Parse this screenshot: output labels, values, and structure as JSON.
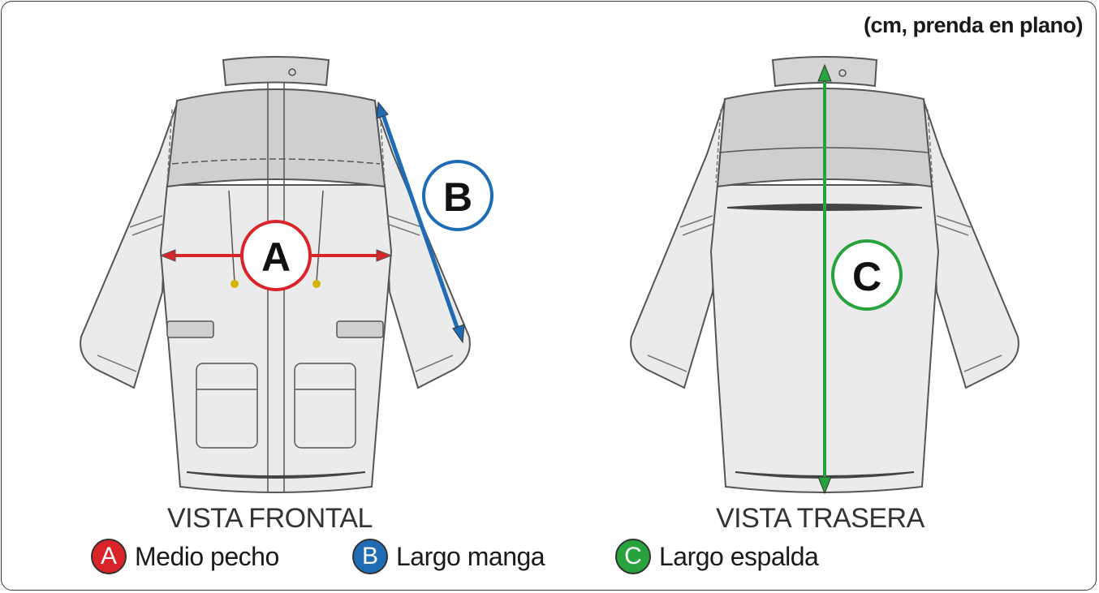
{
  "units_note": "(cm, prenda en plano)",
  "views": {
    "front": "VISTA FRONTAL",
    "back": "VISTA TRASERA"
  },
  "measurements": [
    {
      "key": "A",
      "label": "Medio pecho",
      "color": "#d9252a"
    },
    {
      "key": "B",
      "label": "Largo manga",
      "color": "#1f6cb5"
    },
    {
      "key": "C",
      "label": "Largo espalda",
      "color": "#27a23c"
    }
  ],
  "colors": {
    "garment_fill": "#ebebeb",
    "yoke_fill": "#cfcfcf",
    "outline": "#555555",
    "drawcord_tip": "#d4b400"
  }
}
